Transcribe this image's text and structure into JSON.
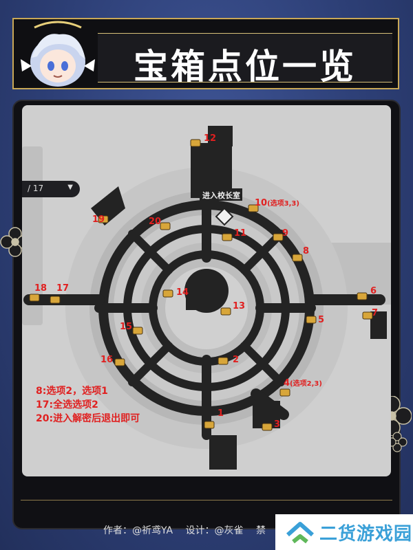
{
  "header": {
    "title": "宝箱点位一览"
  },
  "floor_selector": {
    "label": "/ 17"
  },
  "map": {
    "room_label": "进入校长室",
    "points": [
      {
        "label": "1"
      },
      {
        "label": "2"
      },
      {
        "label": "3"
      },
      {
        "label": "4",
        "note": "(选项2,3)"
      },
      {
        "label": "5"
      },
      {
        "label": "6"
      },
      {
        "label": "7"
      },
      {
        "label": "8"
      },
      {
        "label": "9"
      },
      {
        "label": "10",
        "note": "(选项3,3)"
      },
      {
        "label": "11"
      },
      {
        "label": "12"
      },
      {
        "label": "13"
      },
      {
        "label": "14"
      },
      {
        "label": "15"
      },
      {
        "label": "16"
      },
      {
        "label": "17"
      },
      {
        "label": "18"
      },
      {
        "label": "19"
      },
      {
        "label": "20"
      }
    ],
    "notes": [
      "8:选项2，选项1",
      "17:全选选项2",
      "20:进入解密后退出即可"
    ]
  },
  "footer": {
    "author": "作者：@祈鸢YA",
    "design": "设计：@灰雀",
    "tail": "禁"
  },
  "watermark": {
    "text": "二货游戏园"
  },
  "colors": {
    "label_red": "#e02020",
    "path_dark": "#232323",
    "chest_gold": "#d8a63a",
    "gold_trim": "#c9a857"
  }
}
